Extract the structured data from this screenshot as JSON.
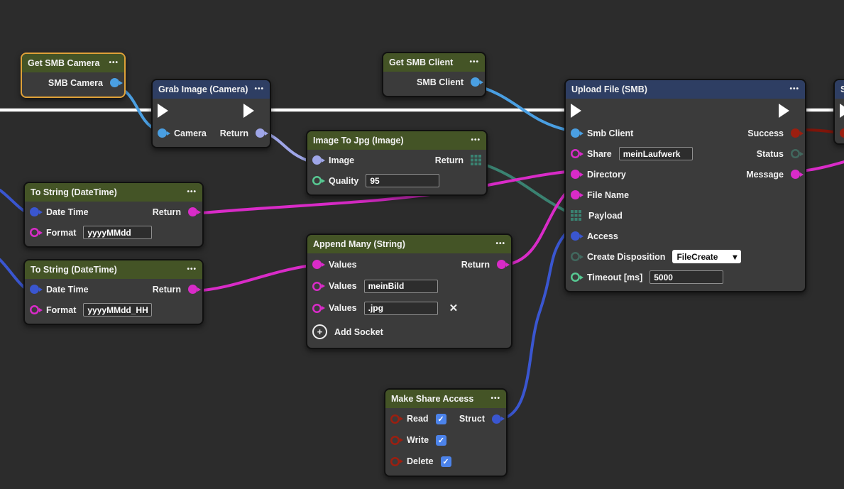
{
  "palette": {
    "canvas_bg": "#2c2c2c",
    "node_body": "#3b3b3b",
    "node_border": "#101010",
    "header_green": "#445426",
    "header_blue": "#2e3e63",
    "selected_border": "#dfa138",
    "text": "#f2f2f2",
    "exec_white": "#ffffff",
    "sky_blue": "#4a9fe2",
    "royal_blue": "#3a56d0",
    "lavender": "#9fa6e8",
    "magenta": "#d92bc8",
    "teal": "#3a8271",
    "mint_green": "#57c892",
    "dim_teal": "#41685e",
    "dark_red": "#9c1f10",
    "wire_red": "#7e150a",
    "checkbox_blue": "#4c83ea",
    "input_bg": "#2d2d2d",
    "input_border": "#909090"
  },
  "icons": {
    "menu": "•••",
    "close": "✕",
    "plus": "+",
    "check": "✓",
    "chevron_down": "▾"
  },
  "nodes": {
    "getSmbCamera": {
      "title": "Get SMB Camera",
      "selected": true,
      "outputs": [
        {
          "label": "SMB Camera"
        }
      ]
    },
    "grabImage": {
      "title": "Grab Image (Camera)",
      "inputs": [
        {
          "label": "Camera"
        }
      ],
      "outputs": [
        {
          "label": "Return"
        }
      ]
    },
    "getSmbClient": {
      "title": "Get SMB Client",
      "outputs": [
        {
          "label": "SMB Client"
        }
      ]
    },
    "imageToJpg": {
      "title": "Image To Jpg (Image)",
      "inputs": [
        {
          "label": "Image"
        },
        {
          "label": "Quality",
          "value": "95"
        }
      ],
      "outputs": [
        {
          "label": "Return"
        }
      ]
    },
    "toString1": {
      "title": "To String (DateTime)",
      "inputs": [
        {
          "label": "Date Time"
        },
        {
          "label": "Format",
          "value": "yyyyMMdd"
        }
      ],
      "outputs": [
        {
          "label": "Return"
        }
      ]
    },
    "toString2": {
      "title": "To String (DateTime)",
      "inputs": [
        {
          "label": "Date Time"
        },
        {
          "label": "Format",
          "value": "yyyyMMdd_HH"
        }
      ],
      "outputs": [
        {
          "label": "Return"
        }
      ]
    },
    "appendMany": {
      "title": "Append Many (String)",
      "inputs": [
        {
          "label": "Values"
        },
        {
          "label": "Values",
          "value": "meinBild"
        },
        {
          "label": "Values",
          "value": ".jpg"
        }
      ],
      "outputs": [
        {
          "label": "Return"
        }
      ],
      "add_socket_label": "Add Socket"
    },
    "uploadFile": {
      "title": "Upload File (SMB)",
      "inputs": [
        {
          "label": "Smb Client"
        },
        {
          "label": "Share",
          "value": "meinLaufwerk"
        },
        {
          "label": "Directory"
        },
        {
          "label": "File Name"
        },
        {
          "label": "Payload"
        },
        {
          "label": "Access"
        },
        {
          "label": "Create Disposition",
          "value": "FileCreate"
        },
        {
          "label": "Timeout [ms]",
          "value": "5000"
        }
      ],
      "outputs": [
        {
          "label": "Success"
        },
        {
          "label": "Status"
        },
        {
          "label": "Message"
        }
      ]
    },
    "makeShareAccess": {
      "title": "Make Share Access",
      "inputs": [
        {
          "label": "Read",
          "checked": true
        },
        {
          "label": "Write",
          "checked": true
        },
        {
          "label": "Delete",
          "checked": true
        }
      ],
      "outputs": [
        {
          "label": "Struct"
        }
      ]
    },
    "partialRight": {
      "title": "S"
    }
  }
}
